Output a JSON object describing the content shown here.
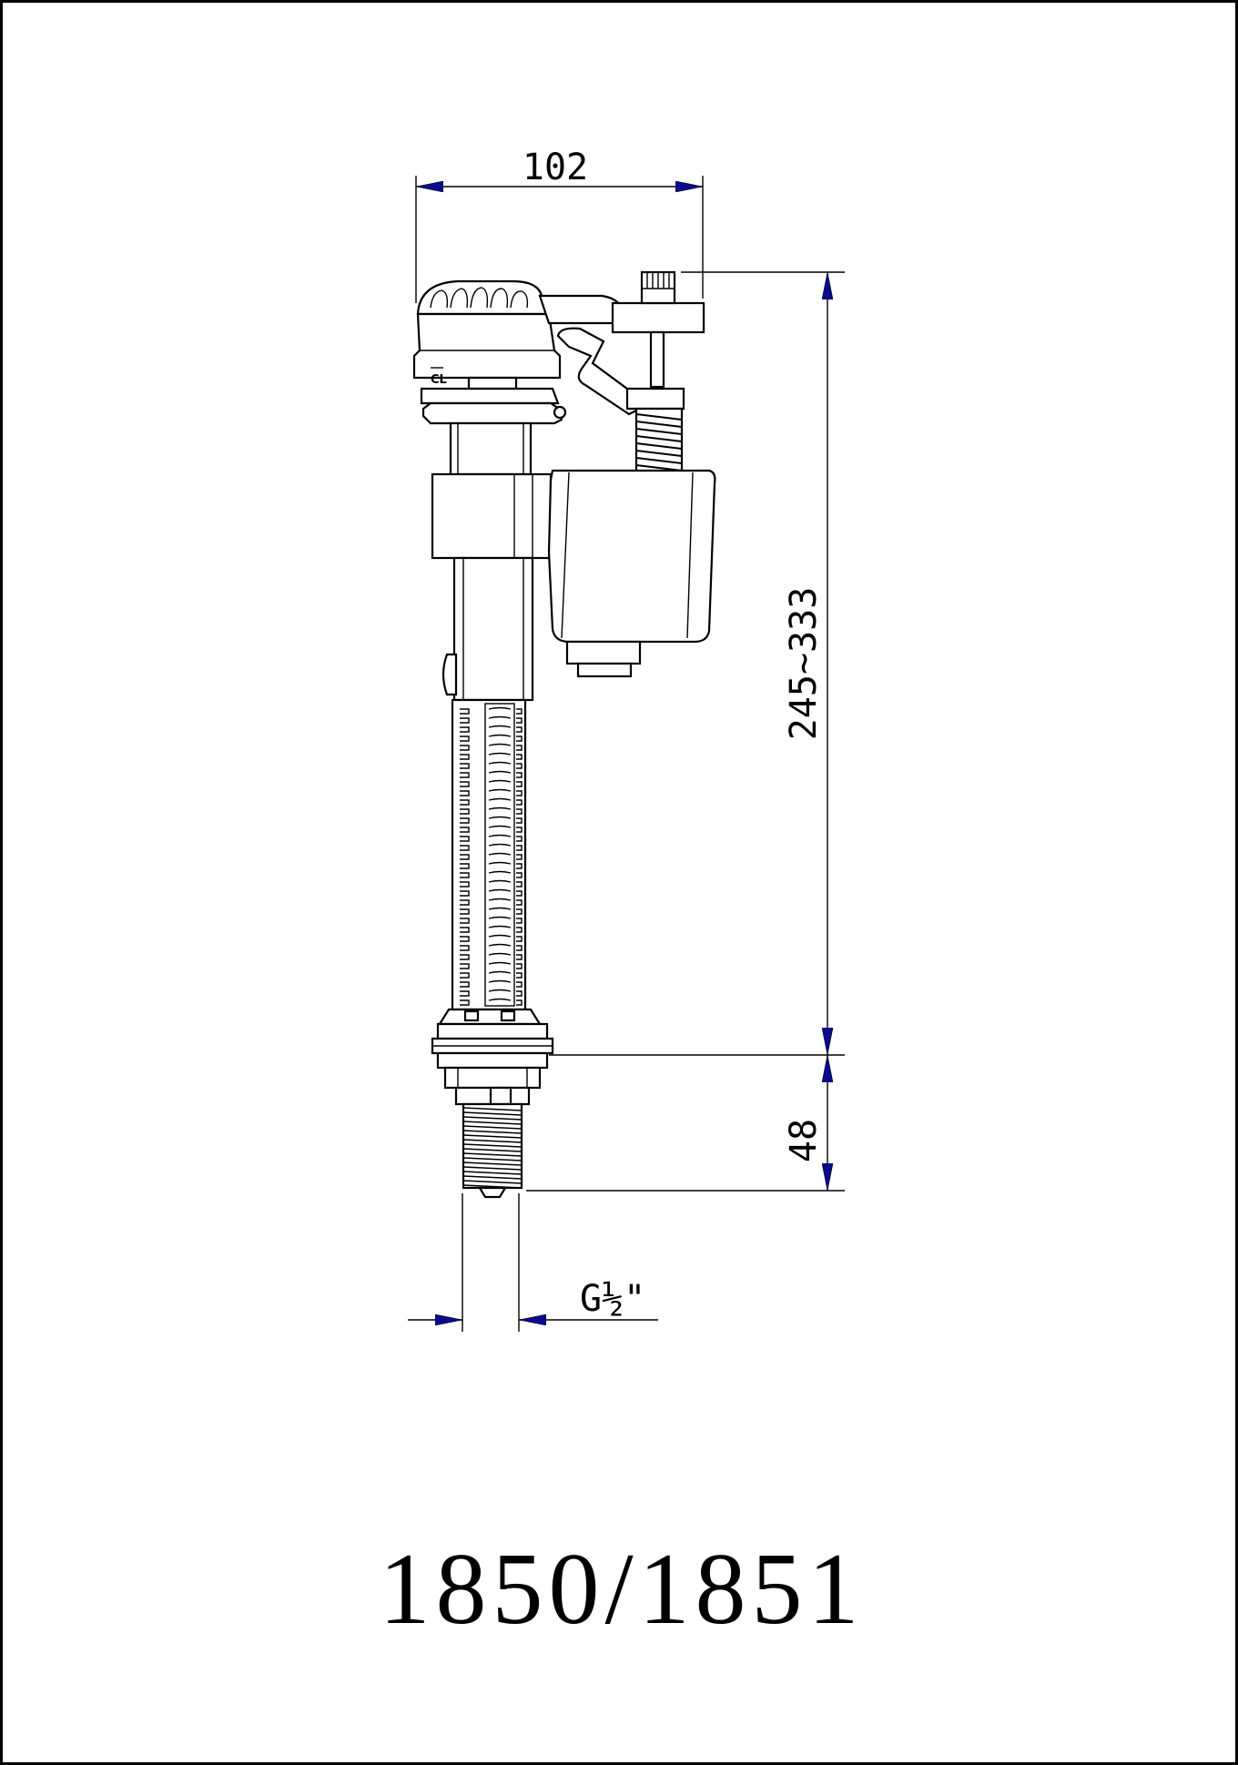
{
  "drawing": {
    "model_title": "1850/1851",
    "dim_width": "102",
    "dim_height": "245~333",
    "dim_thread_length": "48",
    "dim_thread_spec": "G½\"",
    "cap_mark": "CL",
    "arrow_color": "#0a0a8c",
    "line_color": "#000000"
  }
}
